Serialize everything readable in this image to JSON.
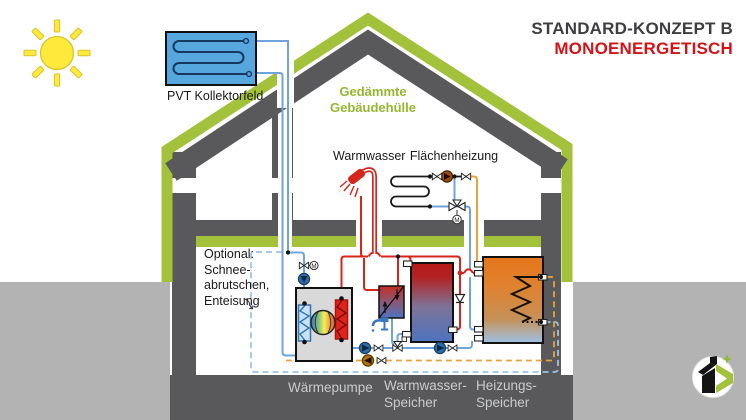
{
  "title": {
    "line1": "STANDARD-KONZEPT B",
    "line2": "MONOENERGETISCH"
  },
  "labels": {
    "pvt_collector": "PVT Kollektorfeld",
    "envelope": [
      "Gedämmte",
      "Gebäudehülle"
    ],
    "warmwasser": "Warmwasser",
    "flaechenheizung": "Flächenheizung",
    "optional": [
      "Optional:",
      "Schnee-",
      "abrutschen,",
      "Enteisung"
    ],
    "heat_pump": "Wärmepumpe",
    "dhw_tank": [
      "Warmwasser-",
      "Speicher"
    ],
    "buffer_tank": [
      "Heizungs-",
      "Speicher"
    ],
    "motor": "M"
  },
  "colors": {
    "envelope_green": "#a3c13a",
    "wall_gray": "#59595b",
    "ground_gray": "#b3b3b3",
    "pipe_blue": "#6fa3dc",
    "pipe_blue_dashed": "#9cc4e8",
    "pipe_red": "#d6251b",
    "pipe_orange": "#e8a33c",
    "collector_blue": "#57a7df",
    "sun_yellow": "#ffe93b",
    "title_dark": "#3e3e40",
    "title_red": "#d51317"
  }
}
